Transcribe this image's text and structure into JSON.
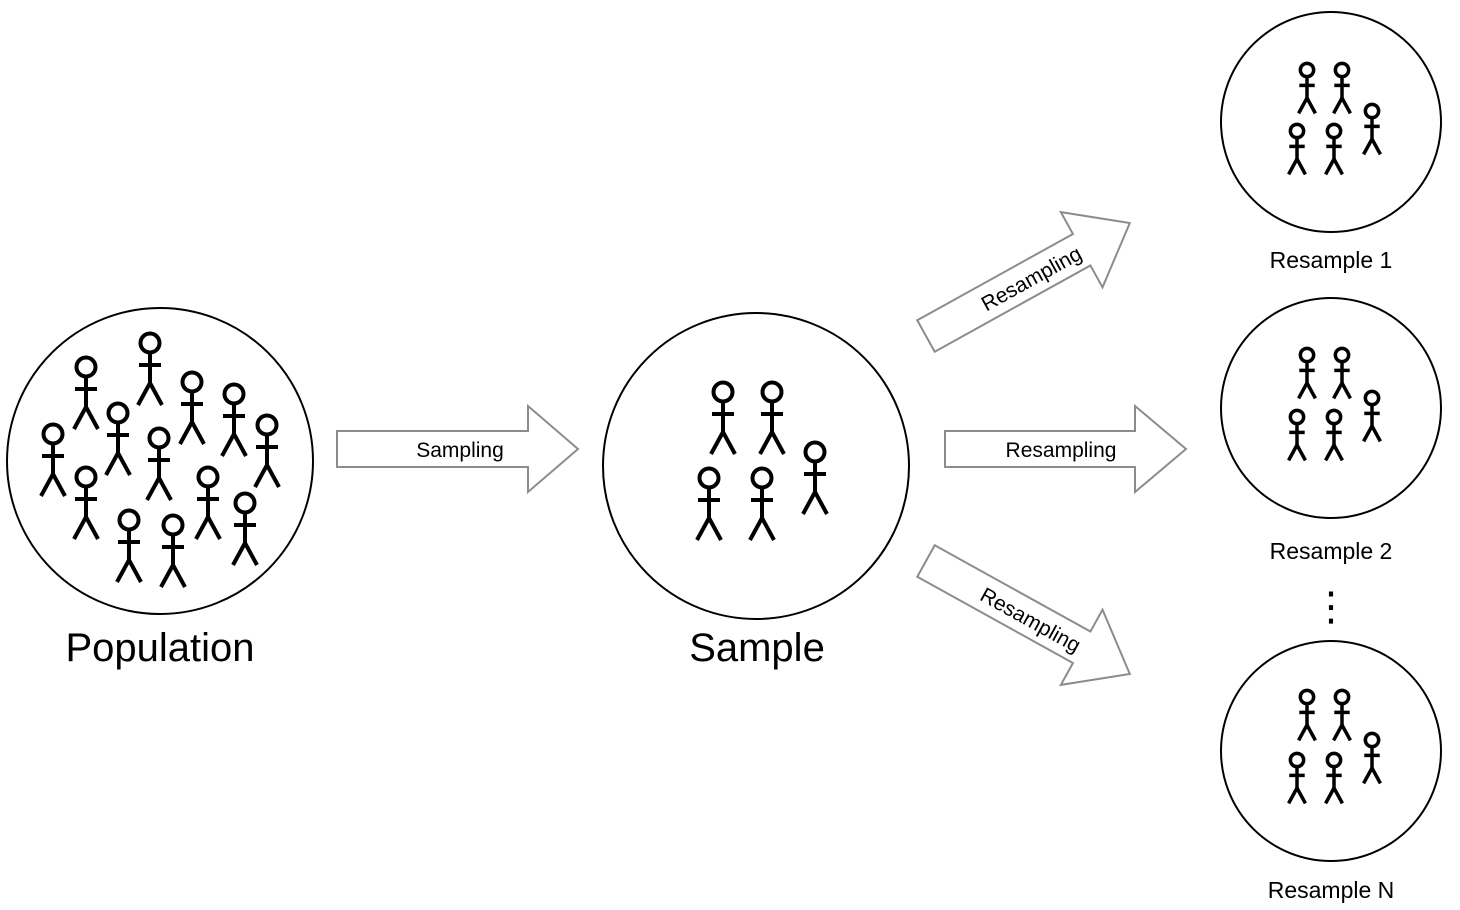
{
  "population": {
    "label": "Population"
  },
  "sample": {
    "label": "Sample"
  },
  "resamples": [
    {
      "label": "Resample 1"
    },
    {
      "label": "Resample 2"
    },
    {
      "label": "Resample N"
    }
  ],
  "arrows": {
    "sampling": "Sampling",
    "resampling": "Resampling"
  },
  "ellipsis": "⋮"
}
